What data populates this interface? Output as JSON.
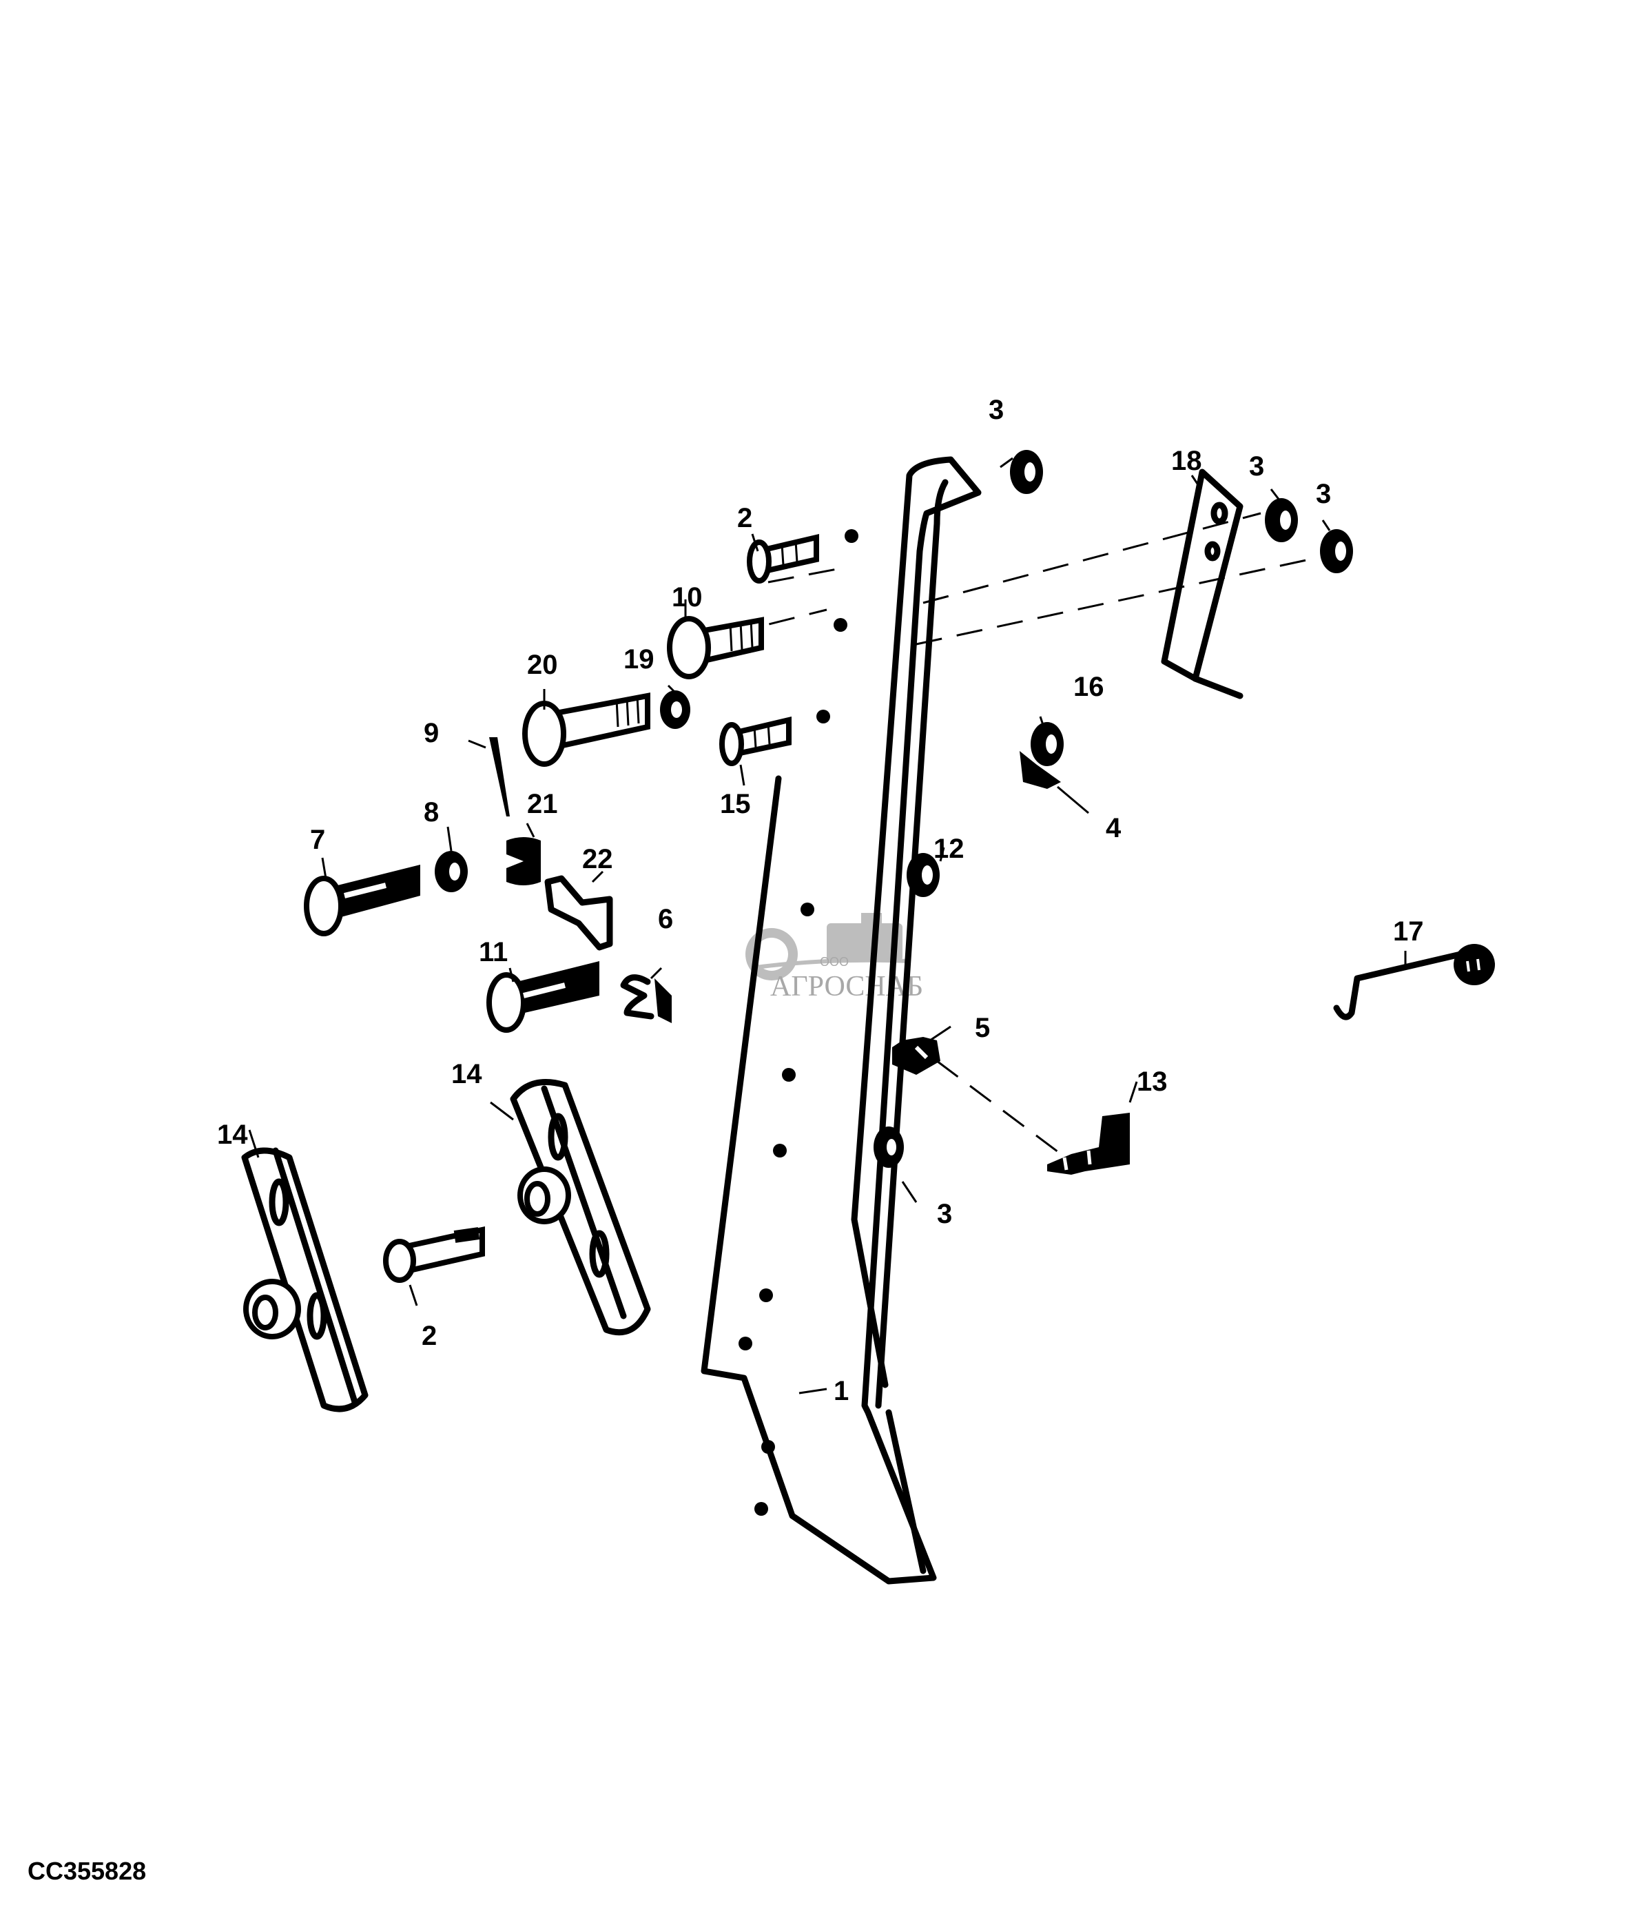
{
  "figure_id": "CC355828",
  "watermark": {
    "company_prefix": "ООО",
    "company_name": "АГРОСНАБ"
  },
  "callouts": [
    {
      "id": "c1",
      "text": "1",
      "part": "shank"
    },
    {
      "id": "c2a",
      "text": "2",
      "part": "carriage-bolt"
    },
    {
      "id": "c2b",
      "text": "2",
      "part": "carriage-bolt"
    },
    {
      "id": "c3a",
      "text": "3",
      "part": "nut"
    },
    {
      "id": "c3b",
      "text": "3",
      "part": "nut"
    },
    {
      "id": "c3c",
      "text": "3",
      "part": "nut"
    },
    {
      "id": "c3d",
      "text": "3",
      "part": "nut"
    },
    {
      "id": "c4",
      "text": "4",
      "part": "bracket"
    },
    {
      "id": "c5",
      "text": "5",
      "part": "bracket"
    },
    {
      "id": "c6",
      "text": "6",
      "part": "clip"
    },
    {
      "id": "c7",
      "text": "7",
      "part": "bolt"
    },
    {
      "id": "c8",
      "text": "8",
      "part": "nut"
    },
    {
      "id": "c9",
      "text": "9",
      "part": "cotter-pin"
    },
    {
      "id": "c10",
      "text": "10",
      "part": "bolt"
    },
    {
      "id": "c11",
      "text": "11",
      "part": "bolt"
    },
    {
      "id": "c12",
      "text": "12",
      "part": "nut"
    },
    {
      "id": "c13",
      "text": "13",
      "part": "bracket"
    },
    {
      "id": "c14a",
      "text": "14",
      "part": "mounting-plate"
    },
    {
      "id": "c14b",
      "text": "14",
      "part": "mounting-plate"
    },
    {
      "id": "c15",
      "text": "15",
      "part": "carriage-bolt"
    },
    {
      "id": "c16",
      "text": "16",
      "part": "nut"
    },
    {
      "id": "c17",
      "text": "17",
      "part": "spring"
    },
    {
      "id": "c18",
      "text": "18",
      "part": "point"
    },
    {
      "id": "c19",
      "text": "19",
      "part": "washer"
    },
    {
      "id": "c20",
      "text": "20",
      "part": "bolt"
    },
    {
      "id": "c21",
      "text": "21",
      "part": "spacer"
    },
    {
      "id": "c22",
      "text": "22",
      "part": "latch"
    }
  ]
}
